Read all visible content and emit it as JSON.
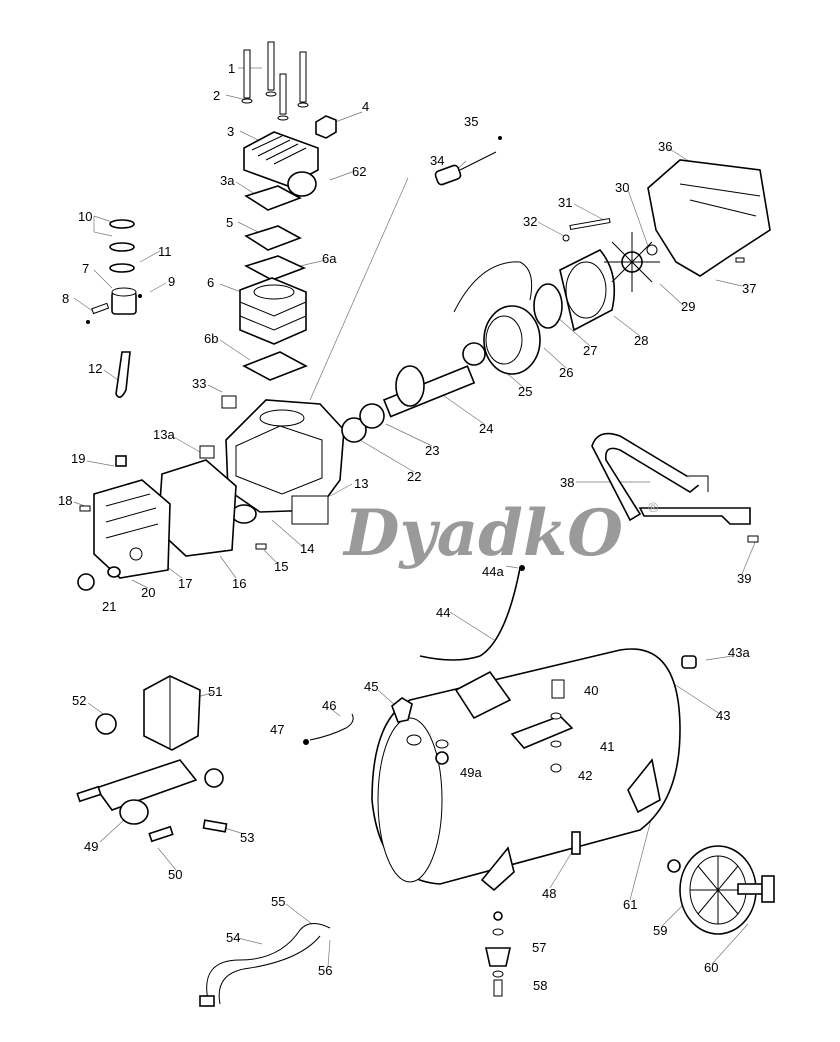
{
  "diagram": {
    "watermark": "DyadkO",
    "watermark_mark": "®",
    "labels": [
      "1",
      "2",
      "3",
      "4",
      "62",
      "3a",
      "5",
      "6a",
      "6",
      "6b",
      "10",
      "11",
      "7",
      "9",
      "8",
      "12",
      "33",
      "13a",
      "19",
      "18",
      "17",
      "16",
      "15",
      "14",
      "13",
      "20",
      "21",
      "35",
      "34",
      "31",
      "32",
      "30",
      "36",
      "37",
      "29",
      "28",
      "27",
      "26",
      "25",
      "24",
      "23",
      "22",
      "38",
      "39",
      "44a",
      "44",
      "43a",
      "40",
      "43",
      "41",
      "42",
      "45",
      "46",
      "47",
      "49a",
      "52",
      "51",
      "49",
      "50",
      "53",
      "48",
      "61",
      "59",
      "60",
      "55",
      "54",
      "56",
      "57",
      "58"
    ]
  }
}
